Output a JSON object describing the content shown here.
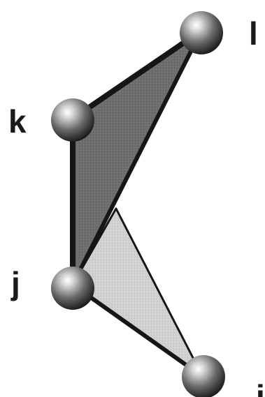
{
  "atoms": [
    {
      "id": "i",
      "label": "i"
    },
    {
      "id": "j",
      "label": "j"
    },
    {
      "id": "k",
      "label": "k"
    },
    {
      "id": "l",
      "label": "l"
    }
  ],
  "planes": [
    {
      "id": "ijk",
      "vertices": [
        "i",
        "j",
        "k"
      ],
      "fill": "#cfcfcf"
    },
    {
      "id": "jkl",
      "vertices": [
        "j",
        "k",
        "l"
      ],
      "fill": "#6e6e6e"
    }
  ],
  "bonds": [
    [
      "k",
      "l"
    ],
    [
      "k",
      "j"
    ],
    [
      "j",
      "i"
    ]
  ],
  "colors": {
    "atom_highlight": "#ffffff",
    "atom_mid": "#8a8a8a",
    "atom_shadow": "#111111",
    "edge": "#161616",
    "label": "#1a1a1a"
  }
}
